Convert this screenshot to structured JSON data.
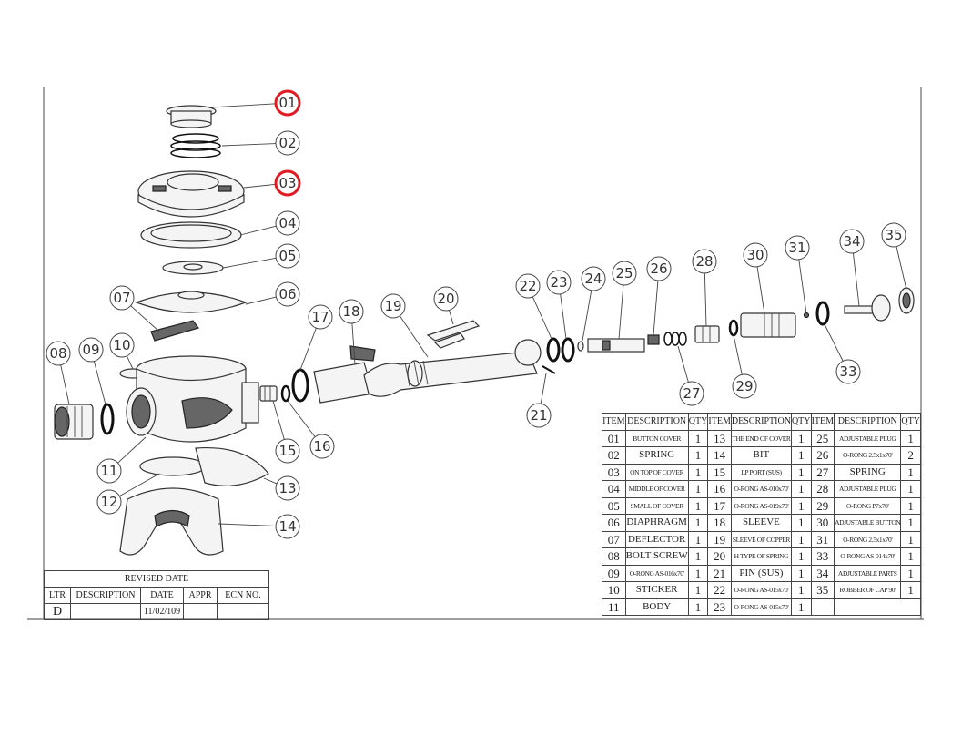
{
  "highlight_color": "#e01b24",
  "callouts": [
    "01",
    "02",
    "03",
    "04",
    "05",
    "06",
    "07",
    "08",
    "09",
    "10",
    "11",
    "12",
    "13",
    "14",
    "15",
    "16",
    "17",
    "18",
    "19",
    "20",
    "21",
    "22",
    "23",
    "24",
    "25",
    "26",
    "27",
    "28",
    "29",
    "30",
    "31",
    "33",
    "34",
    "35"
  ],
  "parts_table": {
    "headers": [
      "ITEM",
      "DESCRIPTION",
      "QTY",
      "ITEM",
      "DESCRIPTION",
      "QTY",
      "ITEM",
      "DESCRIPTION",
      "QTY"
    ],
    "rows": [
      [
        "01",
        "BUTTON COVER",
        "1",
        "13",
        "THE END OF COVER",
        "1",
        "25",
        "ADJUSTABLE PLUG",
        "1"
      ],
      [
        "02",
        "SPRING",
        "1",
        "14",
        "BIT",
        "1",
        "26",
        "O-RONG 2.5x1x70'",
        "2"
      ],
      [
        "03",
        "ON TOP OF COVER",
        "1",
        "15",
        "LP PORT (SUS)",
        "1",
        "27",
        "SPRING",
        "1"
      ],
      [
        "04",
        "MIDDLE OF COVER",
        "1",
        "16",
        "O-RONG AS-010x70'",
        "1",
        "28",
        "ADJUSTABLE PLUG",
        "1"
      ],
      [
        "05",
        "SMALL OF COVER",
        "1",
        "17",
        "O-RONG AS-019x70'",
        "1",
        "29",
        "O-RONG P7x70'",
        "1"
      ],
      [
        "06",
        "DIAPHRAGM",
        "1",
        "18",
        "SLEEVE",
        "1",
        "30",
        "ADJUSTABLE BUTTON",
        "1"
      ],
      [
        "07",
        "DEFLECTOR",
        "1",
        "19",
        "SLEEVE OF COPPER",
        "1",
        "31",
        "O-RONG 2.5x1x70'",
        "1"
      ],
      [
        "08",
        "BOLT SCREW",
        "1",
        "20",
        "H TYPE OF SPRING",
        "1",
        "33",
        "O-RONG AS-014x70'",
        "1"
      ],
      [
        "09",
        "O-RONG AS-016x70'",
        "1",
        "21",
        "PIN (SUS)",
        "1",
        "34",
        "ADJUSTABLE PARTS",
        "1"
      ],
      [
        "10",
        "STICKER",
        "1",
        "22",
        "O-RONG AS-015x70'",
        "1",
        "35",
        "ROBBER OF CAP 90'",
        "1"
      ],
      [
        "11",
        "BODY",
        "1",
        "23",
        "O-RONG AS-015x70'",
        "1",
        "",
        ""
      ]
    ]
  },
  "revision_table": {
    "title": "REVISED DATE",
    "headers": [
      "LTR",
      "DESCRIPTION",
      "DATE",
      "APPR",
      "ECN NO."
    ],
    "rows": [
      [
        "D",
        "",
        "11/02/109",
        "",
        ""
      ]
    ]
  }
}
